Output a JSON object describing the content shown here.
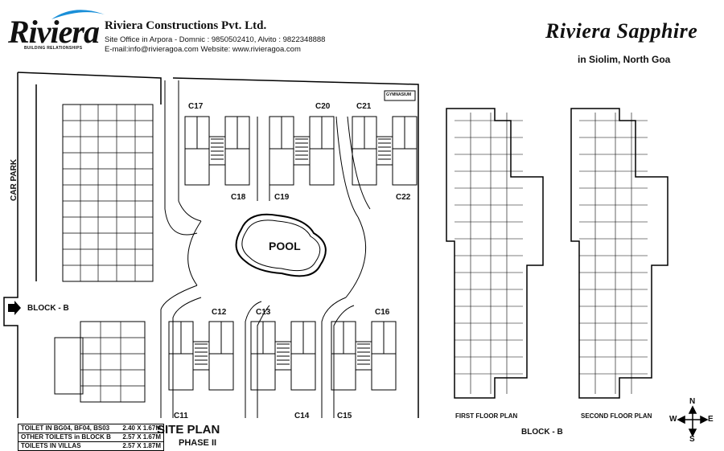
{
  "header": {
    "logo_text": "Riviera",
    "tagline": "BUILDING RELATIONSHIPS",
    "company": "Riviera Constructions Pvt. Ltd.",
    "contact_line1": "Site Office in Arpora - Domnic : 9850502410, Alvito : 9822348888",
    "contact_line2": "E-mail:info@rivieragoa.com   Website: www.rivieragoa.com"
  },
  "project": {
    "title": "Riviera Sapphire",
    "location": "in Siolim, North Goa"
  },
  "site": {
    "car_park": "CAR PARK",
    "entry_label": "BLOCK - B",
    "pool": "POOL",
    "gym": "GYMNASIUM",
    "villas_top": [
      "C17",
      "C20",
      "C21"
    ],
    "villas_top_bottom": [
      "C18",
      "C19",
      "C22"
    ],
    "villas_bottom_top": [
      "C12",
      "C13",
      "C16"
    ],
    "villas_bottom_bottom": [
      "C11",
      "C14",
      "C15"
    ],
    "site_plan_title": "SITE PLAN",
    "phase": "PHASE II"
  },
  "legend": [
    {
      "label": "TOILET IN BG04, BF04, BS03",
      "value": "2.40 X 1.67M"
    },
    {
      "label": "OTHER TOILETS in BLOCK B",
      "value": "2.57 X 1.67M"
    },
    {
      "label": "TOILETS IN VILLAS",
      "value": "2.57 X 1.87M"
    }
  ],
  "floor_plans": {
    "first": "FIRST FLOOR PLAN",
    "second": "SECOND FLOOR PLAN",
    "block": "BLOCK - B"
  },
  "compass": {
    "n": "N",
    "s": "S",
    "e": "E",
    "w": "W"
  }
}
